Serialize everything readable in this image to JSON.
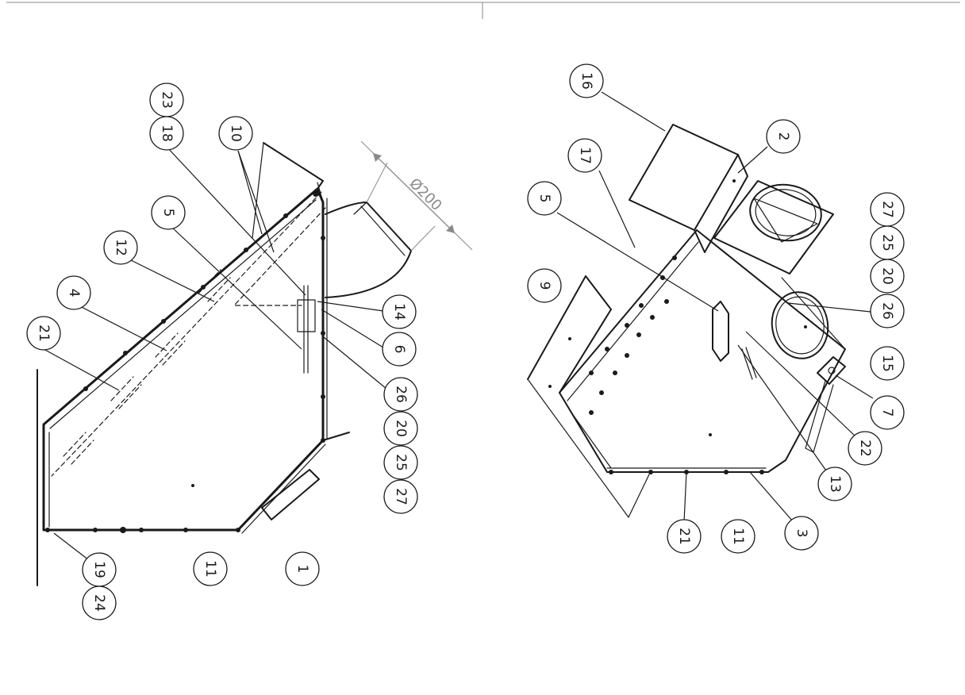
{
  "colors": {
    "line": "#1a1a1a",
    "dimension": "#8a8a8a",
    "background": "#ffffff"
  },
  "left_view": {
    "dimension": "Ø200",
    "balloons": [
      "23",
      "18",
      "10",
      "5",
      "12",
      "4",
      "21",
      "14",
      "6",
      "26",
      "20",
      "25",
      "27",
      "11",
      "1",
      "19",
      "24"
    ]
  },
  "right_view": {
    "balloons": [
      "16",
      "2",
      "17",
      "5",
      "27",
      "25",
      "20",
      "26",
      "9",
      "15",
      "7",
      "22",
      "13",
      "21",
      "11",
      "3"
    ]
  }
}
